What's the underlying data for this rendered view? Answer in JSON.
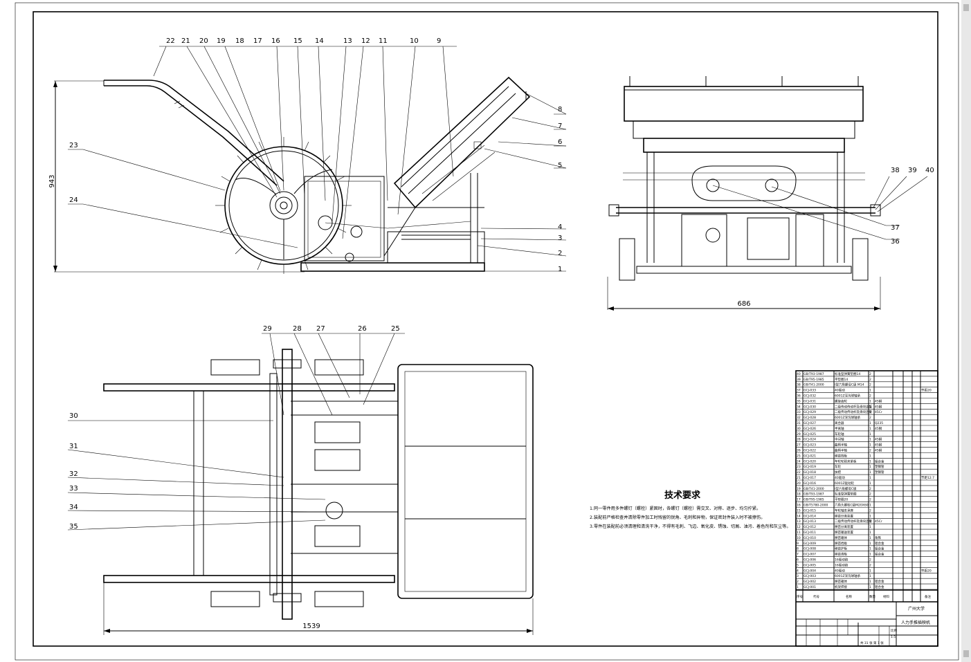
{
  "tech_requirements": {
    "title": "技术要求",
    "lines": [
      "1.同一零件用多件螺钉（螺栓）紧固时，各螺钉（螺栓）需交叉、对称、逐步、均匀拧紧。",
      "2.装配前严格检查并清除零件加工时残留的锐角、毛刺和异物，保证密封件装入时不被擦伤。",
      "3.零件在装配前必须清理和清洗干净，不得有毛刺、飞边、氧化皮、锈蚀、切屑、油污、着色剂和灰尘等。"
    ]
  },
  "dimensions": {
    "height": "943",
    "width_top": "686",
    "length": "1539"
  },
  "part_labels": {
    "top_left": [
      "22",
      "21",
      "20",
      "19",
      "18",
      "17",
      "16",
      "15",
      "14",
      "13",
      "12",
      "11",
      "10",
      "9"
    ],
    "right_side": [
      "8",
      "7",
      "6",
      "5",
      "4",
      "3",
      "2",
      "1"
    ],
    "left_side": [
      "23",
      "24"
    ],
    "end_view": [
      "38",
      "39",
      "40",
      "37",
      "36"
    ],
    "plan_top": [
      "29",
      "28",
      "27",
      "26",
      "25"
    ],
    "plan_left": [
      "30",
      "31",
      "32",
      "33",
      "34",
      "35"
    ]
  },
  "title_block": {
    "school": "广州大学",
    "drawing_name": "人力手推插秧机",
    "header": {
      "no": "序号",
      "code": "代号",
      "name": "名称",
      "qty": "数量",
      "material": "材料",
      "note": "备注"
    },
    "scale_label": "比例",
    "scale": "1:5",
    "sheets": "共 31 张  第 1 张"
  },
  "bom": [
    [
      "40",
      "GB/T93-1987",
      "标准型弹簧垫圈14",
      "2",
      "",
      "",
      ""
    ],
    [
      "39",
      "GB/T95-1985",
      "平垫圈14",
      "2",
      "",
      "",
      ""
    ],
    [
      "38",
      "GB/T41-2000",
      "I型六角螺母C级 M14",
      "2",
      "",
      "",
      ""
    ],
    [
      "37",
      "GCJ-033",
      "40驱动",
      "1",
      "",
      "",
      "节距20"
    ],
    [
      "36",
      "GCJ-032",
      "6001Z深沟球轴承",
      "2",
      "",
      "",
      ""
    ],
    [
      "35",
      "GCJ-031",
      "螺旋齿轮",
      "1",
      "45钢",
      "",
      ""
    ],
    [
      "34",
      "GCJ-030",
      "二级传动传动杆及滑块连接",
      "1",
      "45钢",
      "",
      ""
    ],
    [
      "33",
      "GCJ-029",
      "二级传动传动杆及滑块连接",
      "1",
      "45Cr",
      "",
      ""
    ],
    [
      "32",
      "GCJ-028",
      "6001Z深沟球轴承",
      "2",
      "",
      "",
      ""
    ],
    [
      "31",
      "GCJ-027",
      "离合器",
      "1",
      "Q235",
      "",
      ""
    ],
    [
      "30",
      "GCJ-026",
      "半离轴",
      "1",
      "45钢",
      "",
      ""
    ],
    [
      "29",
      "GCJ-025",
      "车轮轴",
      "1",
      "",
      "",
      ""
    ],
    [
      "28",
      "GCJ-024",
      "中间轴",
      "1",
      "45钢",
      "",
      ""
    ],
    [
      "27",
      "GCJ-023",
      "曲柄半轴",
      "1",
      "45钢",
      "",
      ""
    ],
    [
      "26",
      "GCJ-022",
      "曲柄半轴",
      "2",
      "45钢",
      "",
      ""
    ],
    [
      "25",
      "GCJ-021",
      "秧苗挡板",
      "1",
      "",
      "",
      ""
    ],
    [
      "24",
      "GCJ-020",
      "车轮轮毂夹紧板",
      "1",
      "铝合金",
      "",
      ""
    ],
    [
      "23",
      "GCJ-019",
      "车轮",
      "1",
      "塑钢管",
      "",
      ""
    ],
    [
      "22",
      "GCJ-018",
      "扶把",
      "1",
      "塑钢管",
      "",
      ""
    ],
    [
      "21",
      "GCJ-017",
      "40驱动",
      "1",
      "",
      "",
      "节距12.7"
    ],
    [
      "20",
      "GCJ-016",
      "6001Z驱动轮",
      "1",
      "",
      "",
      ""
    ],
    [
      "19",
      "GB/T41-2000",
      "I型六角螺母C级",
      "2",
      "",
      "",
      ""
    ],
    [
      "18",
      "GB/T93-1987",
      "标准型弹簧垫圈",
      "2",
      "",
      "",
      ""
    ],
    [
      "17",
      "GB/T95-1985",
      "平垫圈20",
      "2",
      "",
      "",
      ""
    ],
    [
      "16",
      "GB/T5780-2000",
      "六角头螺栓C级M20X60",
      "1",
      "",
      "",
      ""
    ],
    [
      "15",
      "GCJ-015",
      "车轮轴支承座",
      "2",
      "",
      "",
      ""
    ],
    [
      "14",
      "GCJ-014",
      "秧苗分离装置",
      "1",
      "",
      "",
      ""
    ],
    [
      "13",
      "GCJ-013",
      "二级传动传动杆及滑块连接",
      "1",
      "45Cr",
      "",
      ""
    ],
    [
      "12",
      "GCJ-012",
      "秧苗分离装置",
      "1",
      "",
      "",
      ""
    ],
    [
      "11",
      "GCJ-011",
      "秧苗输送装置",
      "1",
      "",
      "",
      ""
    ],
    [
      "10",
      "GCJ-010",
      "秧苗箱体",
      "1",
      "角铁",
      "",
      ""
    ],
    [
      "9",
      "GCJ-009",
      "秧苗挡板",
      "1",
      "铝合金",
      "",
      ""
    ],
    [
      "8",
      "GCJ-008",
      "秧苗护板",
      "1",
      "铝合金",
      "",
      ""
    ],
    [
      "7",
      "GCJ-007",
      "秧苗滑板",
      "1",
      "铝合金",
      "",
      ""
    ],
    [
      "6",
      "GCJ-006",
      "16驱动链",
      "2",
      "",
      "",
      ""
    ],
    [
      "5",
      "GCJ-005",
      "16驱动链",
      "2",
      "",
      "",
      ""
    ],
    [
      "4",
      "GCJ-004",
      "40驱动",
      "1",
      "",
      "",
      "节距20"
    ],
    [
      "3",
      "GCJ-003",
      "6001Z深沟球轴承",
      "1",
      "",
      "",
      ""
    ],
    [
      "2",
      "GCJ-002",
      "秧苗箱体",
      "1",
      "铝合金",
      "",
      ""
    ],
    [
      "1",
      "GCJ-001",
      "机架焊接",
      "1",
      "铝合金",
      "",
      ""
    ]
  ]
}
